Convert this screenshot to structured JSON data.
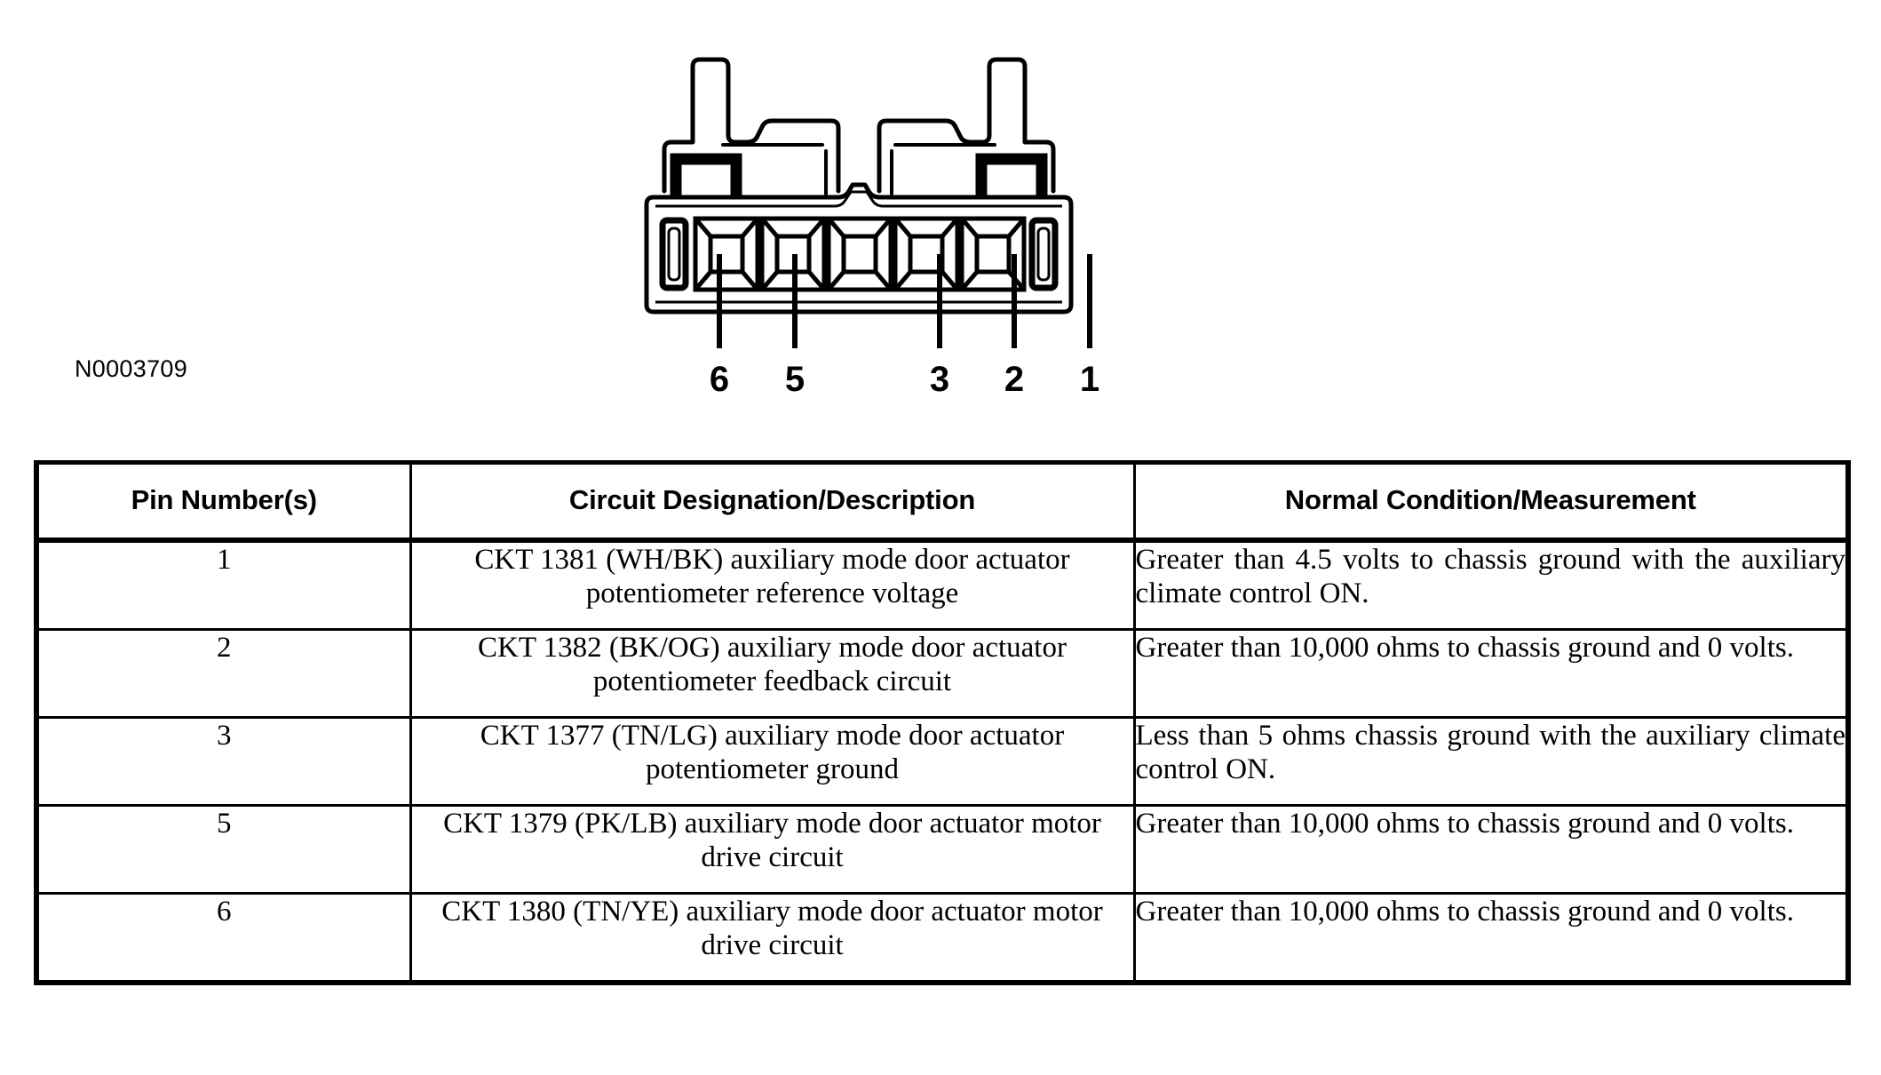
{
  "figure": {
    "id_label": "N0003709",
    "caption_alt": "auxiliary mode door actuator 6-cavity connector, front view",
    "connector": {
      "cavity_count": 6,
      "cavity_labels": [
        "6",
        "5",
        "",
        "3",
        "2",
        "1"
      ],
      "labeled_pins": [
        "6",
        "5",
        "3",
        "2",
        "1"
      ],
      "line_color": "#000000",
      "fill_color": "#ffffff"
    }
  },
  "table": {
    "headers": {
      "pin": "Pin Number(s)",
      "description": "Circuit Designation/Description",
      "measurement": "Normal Condition/Measurement"
    },
    "rows": [
      {
        "pin": "1",
        "description": "CKT 1381 (WH/BK) auxiliary mode door actuator potentiometer reference voltage",
        "measurement": "Greater than 4.5 volts to chassis ground with the auxiliary climate control ON."
      },
      {
        "pin": "2",
        "description": "CKT 1382 (BK/OG) auxiliary mode door actuator potentiometer feedback circuit",
        "measurement": "Greater than 10,000 ohms to chassis ground and 0 volts."
      },
      {
        "pin": "3",
        "description": "CKT 1377 (TN/LG) auxiliary mode door actuator potentiometer ground",
        "measurement": "Less than 5 ohms chassis ground with the auxiliary climate control ON."
      },
      {
        "pin": "5",
        "description": "CKT 1379 (PK/LB) auxiliary mode door actuator motor drive circuit",
        "measurement": "Greater than 10,000 ohms to chassis ground and 0 volts."
      },
      {
        "pin": "6",
        "description": "CKT 1380 (TN/YE) auxiliary mode door actuator motor drive circuit",
        "measurement": "Greater than 10,000 ohms to chassis ground and 0 volts."
      }
    ]
  }
}
